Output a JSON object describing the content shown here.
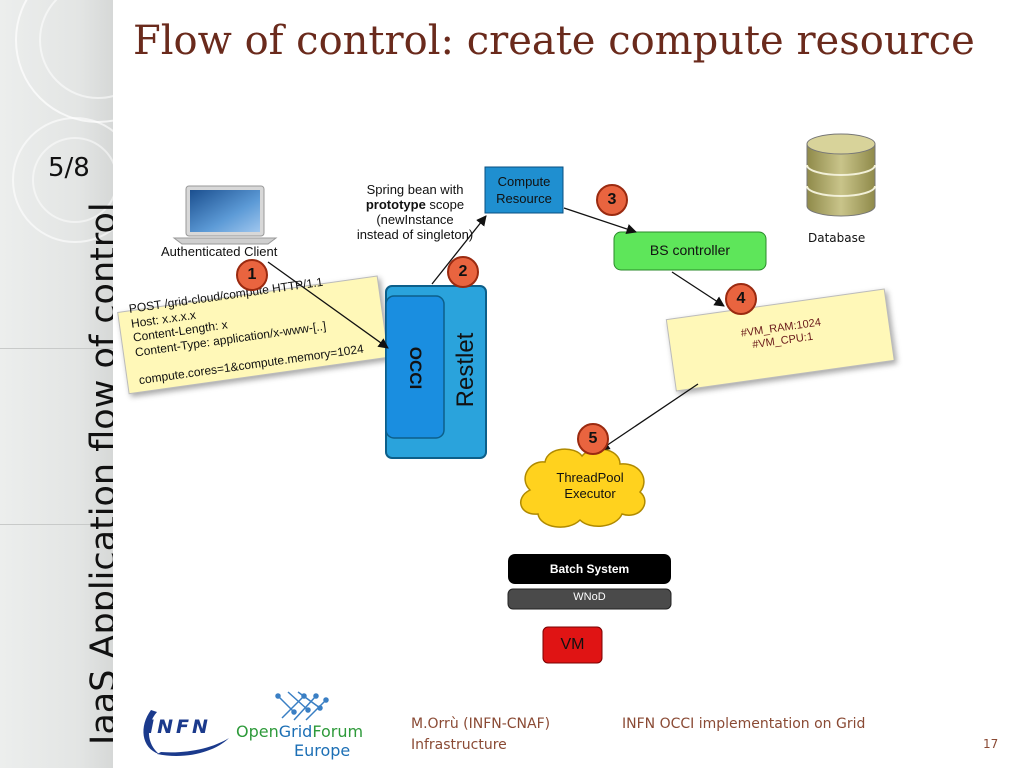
{
  "slide": {
    "title": "Flow of control: create compute resource",
    "page_indicator": "5/8",
    "vertical_title": "IaaS Application flow of control"
  },
  "diagram": {
    "client_label": "Authenticated Client",
    "request_lines": [
      "POST /grid-cloud/compute HTTP/1.1",
      "Host: x.x.x.x",
      "Content-Length: x",
      "Content-Type: application/x-www-[..]",
      "",
      "compute.cores=1&compute.memory=1024"
    ],
    "spring_note": {
      "line1": "Spring bean with",
      "line2_bold": "prototype",
      "line2_rest": " scope",
      "line3": "(newInstance",
      "line4": "instead of singleton)"
    },
    "compute_resource_lines": [
      "Compute",
      "Resource"
    ],
    "bs_controller": "BS controller",
    "database_label": "Database",
    "occi_label": "OCCI",
    "restlet_label": "Restlet",
    "vm_params": [
      "#VM_RAM:1024",
      "#VM_CPU:1"
    ],
    "threadpool_lines": [
      "ThreadPool",
      "Executor"
    ],
    "batch_system": "Batch System",
    "wnod": "WNoD",
    "vm": "VM",
    "steps": [
      "1",
      "2",
      "3",
      "4",
      "5"
    ]
  },
  "footer": {
    "author": "M.Orrù (INFN-CNAF)",
    "presentation_line1": "INFN OCCI implementation on Grid",
    "presentation_line2": "Infrastructure",
    "slide_number": "17",
    "logos": {
      "infn": "INFN",
      "ogf_open": "Open",
      "ogf_grid": "Grid",
      "ogf_forum": "Forum",
      "ogf_europe": "Europe"
    }
  },
  "colors": {
    "title": "#6a2a1c",
    "badge": "#e9643f",
    "compute_resource": "#1f8fd0",
    "bs_controller": "#5ee65a",
    "occi": "#1a8ee0",
    "restlet": "#2aa3dc",
    "threadpool": "#ffd21e",
    "note": "#fff8b8",
    "vm": "#e01414"
  }
}
